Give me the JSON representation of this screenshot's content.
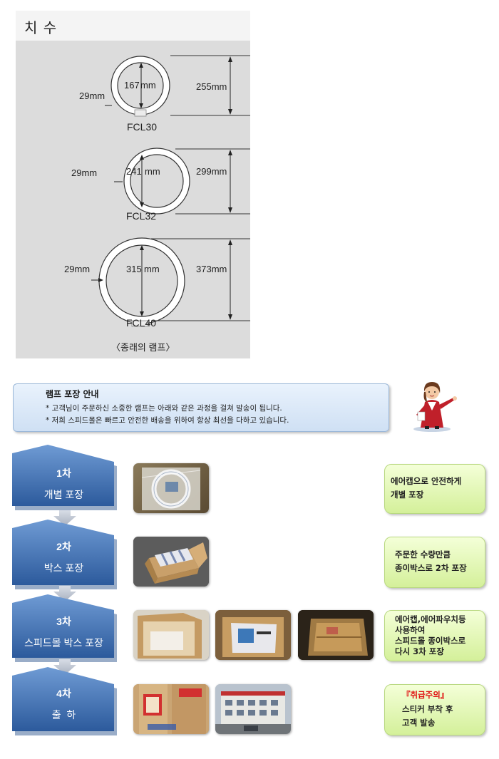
{
  "dimensions": {
    "title": "치 수",
    "lamps": [
      {
        "name": "FCL30",
        "inner": "167",
        "inner_unit": "mm",
        "width": "29mm",
        "outer": "255mm"
      },
      {
        "name": "FCL32",
        "inner": "241",
        "inner_unit": "mm",
        "width": "29mm",
        "outer": "299mm"
      },
      {
        "name": "FCL40",
        "inner": "315",
        "inner_unit": "mm",
        "width": "29mm",
        "outer": "373mm"
      }
    ],
    "caption": "〈종래의 램프〉"
  },
  "guide": {
    "title": "램프 포장 안내",
    "lines": [
      "* 고객님이 주문하신 소중한 램프는 아래와 같은 과정을 걸쳐 발송이 됩니다.",
      "* 저희 스피드몰은 빠르고 안전한 배송을 위하여 항상 최선을 다하고 있습니다."
    ]
  },
  "steps": [
    {
      "num": "1차",
      "name": "개별 포장",
      "note": [
        "에어캡으로 안전하게",
        "개별 포장"
      ]
    },
    {
      "num": "2차",
      "name": "박스 포장",
      "note": [
        "주문한 수량만큼",
        "종이박스로 2차 포장"
      ]
    },
    {
      "num": "3차",
      "name": "스피드몰 박스 포장",
      "note": [
        "에어캡,에어파우치등",
        "사용하여",
        "스피드몰 종이박스로",
        "다시 3차 포장"
      ]
    },
    {
      "num": "4차",
      "name": "출  하",
      "note_highlight": "『취급주의』",
      "note": [
        "스티커 부착 후",
        "고객 발송"
      ]
    }
  ],
  "colors": {
    "step_blue": "#3a6fb0",
    "note_green": "#d4f09a",
    "highlight_red": "#e01010",
    "panel_gray": "#dcdcdc"
  }
}
